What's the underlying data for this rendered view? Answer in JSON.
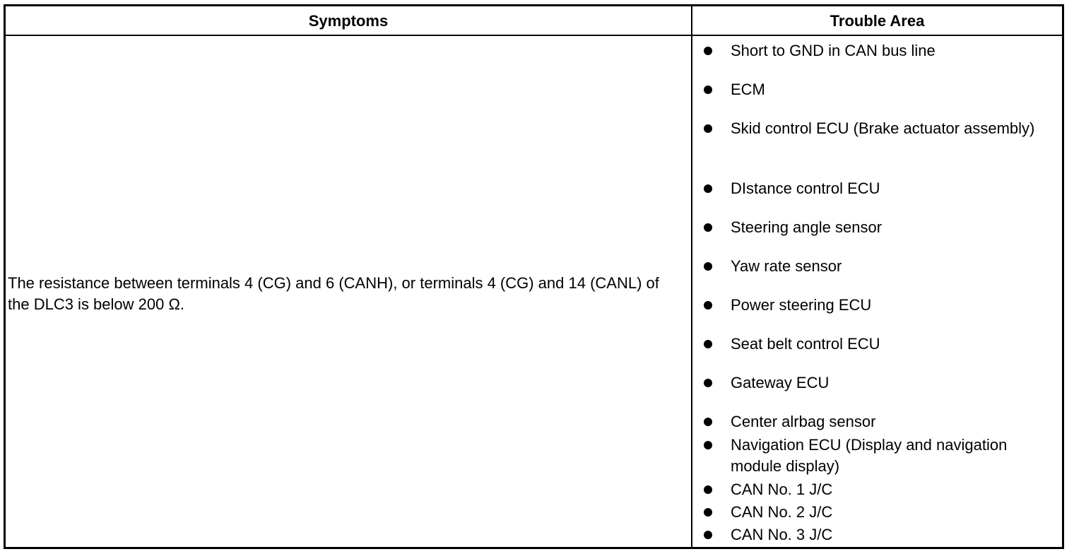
{
  "table": {
    "headers": {
      "symptoms": "Symptoms",
      "trouble_area": "Trouble Area"
    },
    "symptom": "The resistance between terminals 4 (CG) and 6 (CANH), or terminals 4 (CG) and 14 (CANL) of the DLC3 is below 200 Ω.",
    "trouble_areas": [
      "Short to GND in CAN bus line",
      "ECM",
      "Skid control ECU (Brake actuator assembly)",
      "DIstance control ECU",
      "Steering angle sensor",
      "Yaw rate sensor",
      "Power steering ECU",
      "Seat belt control ECU",
      "Gateway ECU",
      "Center alrbag sensor",
      "Navigation ECU (Display and navigation module display)",
      "CAN No. 1 J/C",
      "CAN No. 2 J/C",
      "CAN No. 3 J/C"
    ]
  }
}
